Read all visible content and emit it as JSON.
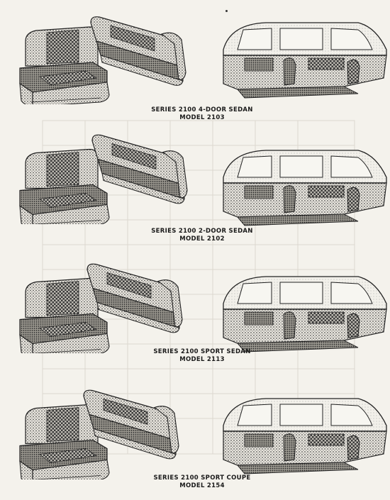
{
  "sections": [
    {
      "series": "SERIES 2100 4-DOOR SEDAN",
      "model": "MODEL 2103"
    },
    {
      "series": "SERIES 2100 2-DOOR SEDAN",
      "model": "MODEL 2102"
    },
    {
      "series": "SERIES 2100 SPORT SEDAN",
      "model": "MODEL 2113"
    },
    {
      "series": "SERIES 2100 SPORT COUPE",
      "model": "MODEL 2154"
    }
  ],
  "colors": {
    "paper": "#f4f2ec",
    "ink": "#1a1a1a",
    "bleed_through": "#d9d5cc"
  }
}
